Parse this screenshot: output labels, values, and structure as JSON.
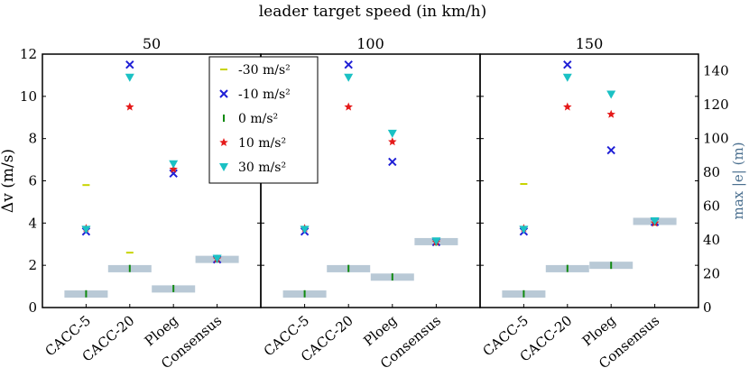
{
  "chart_data": {
    "type": "scatter",
    "title": "leader target speed (in km/h)",
    "ylabel_left": "Δv (m/s)",
    "ylabel_right": "max |e| (m)",
    "ylim_left": [
      0,
      12
    ],
    "ylim_right": [
      0,
      150
    ],
    "yticks_left": [
      "0",
      "2",
      "4",
      "6",
      "8",
      "10",
      "12"
    ],
    "yticks_right": [
      "0",
      "20",
      "40",
      "60",
      "80",
      "100",
      "120",
      "140"
    ],
    "categories": [
      "CACC-5",
      "CACC-20",
      "Ploeg",
      "Consensus"
    ],
    "legend": {
      "location": "inside panel 1, upper right"
    },
    "grid": false,
    "series_styles": [
      {
        "name": "-30 m/s²",
        "marker": "hline",
        "color": "#c8d400"
      },
      {
        "name": "-10 m/s²",
        "marker": "x",
        "color": "#1f1fd6"
      },
      {
        "name": "0 m/s²",
        "marker": "vline",
        "color": "#118a11"
      },
      {
        "name": "10 m/s²",
        "marker": "star",
        "color": "#e51a1a"
      },
      {
        "name": "30 m/s²",
        "marker": "triangle-down",
        "color": "#1bc1c4"
      }
    ],
    "error_series_color": "#b9c9d6",
    "panels": [
      {
        "title": "50",
        "max_error_m": [
          8,
          23,
          11,
          28.5
        ],
        "series": [
          {
            "name": "-30 m/s²",
            "values": [
              5.8,
              2.6,
              null,
              null
            ]
          },
          {
            "name": "-10 m/s²",
            "values": [
              3.6,
              11.5,
              6.35,
              2.28
            ]
          },
          {
            "name": "0 m/s²",
            "values": [
              0.65,
              1.85,
              0.9,
              2.3
            ]
          },
          {
            "name": "10 m/s²",
            "values": [
              3.75,
              9.5,
              6.55,
              2.3
            ]
          },
          {
            "name": "30 m/s²",
            "values": [
              3.7,
              10.9,
              6.8,
              2.33
            ]
          }
        ]
      },
      {
        "title": "100",
        "max_error_m": [
          8,
          23,
          18,
          39
        ],
        "series": [
          {
            "name": "-30 m/s²",
            "values": [
              null,
              null,
              null,
              null
            ]
          },
          {
            "name": "-10 m/s²",
            "values": [
              3.6,
              11.5,
              6.9,
              3.1
            ]
          },
          {
            "name": "0 m/s²",
            "values": [
              0.65,
              1.85,
              1.45,
              3.1
            ]
          },
          {
            "name": "10 m/s²",
            "values": [
              3.75,
              9.5,
              7.85,
              3.1
            ]
          },
          {
            "name": "30 m/s²",
            "values": [
              3.7,
              10.9,
              8.25,
              3.15
            ]
          }
        ]
      },
      {
        "title": "150",
        "max_error_m": [
          8,
          23,
          25,
          51
        ],
        "series": [
          {
            "name": "-30 m/s²",
            "values": [
              5.85,
              null,
              null,
              null
            ]
          },
          {
            "name": "-10 m/s²",
            "values": [
              3.6,
              11.5,
              7.45,
              4.05
            ]
          },
          {
            "name": "0 m/s²",
            "values": [
              0.65,
              1.85,
              2.0,
              4.05
            ]
          },
          {
            "name": "10 m/s²",
            "values": [
              3.75,
              9.5,
              9.15,
              4.0
            ]
          },
          {
            "name": "30 m/s²",
            "values": [
              3.7,
              10.9,
              10.1,
              4.1
            ]
          }
        ]
      }
    ]
  }
}
